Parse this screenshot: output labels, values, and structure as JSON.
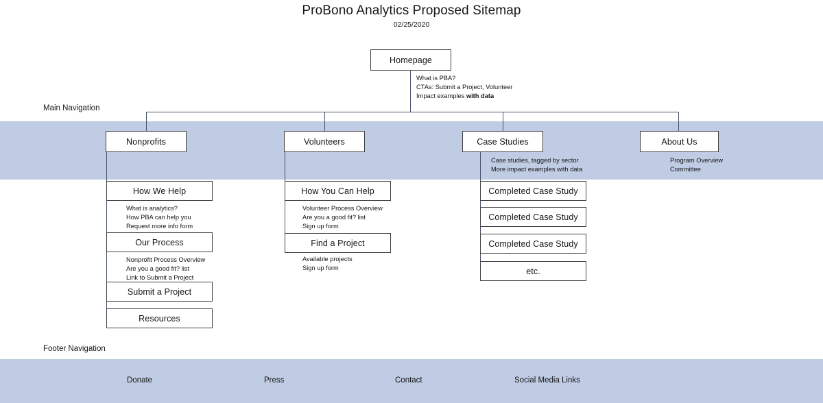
{
  "header": {
    "title": "ProBono Analytics Proposed Sitemap",
    "date": "02/25/2020"
  },
  "sections": {
    "main_navigation_label": "Main Navigation",
    "footer_navigation_label": "Footer Navigation"
  },
  "root": {
    "label": "Homepage",
    "notes": [
      {
        "text": "What is PBA?",
        "bold_tail": ""
      },
      {
        "text": "CTAs: Submit a Project, Volunteer",
        "bold_tail": ""
      },
      {
        "text": "Impact examples ",
        "bold_tail": "with data"
      }
    ]
  },
  "main_nav": [
    {
      "label": "Nonprofits",
      "notes": [],
      "children": [
        {
          "label": "How We Help",
          "notes": [
            "What is analytics?",
            "How PBA can help you",
            "Request more info form"
          ]
        },
        {
          "label": "Our Process",
          "notes": [
            "Nonprofit Process Overview",
            "Are you a good fit? list",
            "Link to Submit a Project"
          ]
        },
        {
          "label": "Submit a Project",
          "notes": []
        },
        {
          "label": "Resources",
          "notes": []
        }
      ]
    },
    {
      "label": "Volunteers",
      "notes": [],
      "children": [
        {
          "label": "How You Can Help",
          "notes": [
            "Volunteer Process Overview",
            "Are you a good fit? list",
            "Sign up form"
          ]
        },
        {
          "label": "Find a Project",
          "notes": [
            "Available projects",
            "Sign up form"
          ]
        }
      ]
    },
    {
      "label": "Case Studies",
      "notes": [
        "Case studies, tagged by sector",
        "More impact examples with data"
      ],
      "children": [
        {
          "label": "Completed Case Study",
          "notes": []
        },
        {
          "label": "Completed Case Study",
          "notes": []
        },
        {
          "label": "Completed Case Study",
          "notes": []
        },
        {
          "label": "etc.",
          "notes": []
        }
      ]
    },
    {
      "label": "About Us",
      "notes": [
        "Program Overview",
        "Committee"
      ],
      "children": []
    }
  ],
  "footer_nav": [
    {
      "label": "Donate"
    },
    {
      "label": "Press"
    },
    {
      "label": "Contact"
    },
    {
      "label": "Social Media Links"
    }
  ],
  "colors": {
    "band": "#c0cce4",
    "box_border": "#404040",
    "connector": "#46516b",
    "text": "#141414",
    "page_background": "#ffffff"
  }
}
